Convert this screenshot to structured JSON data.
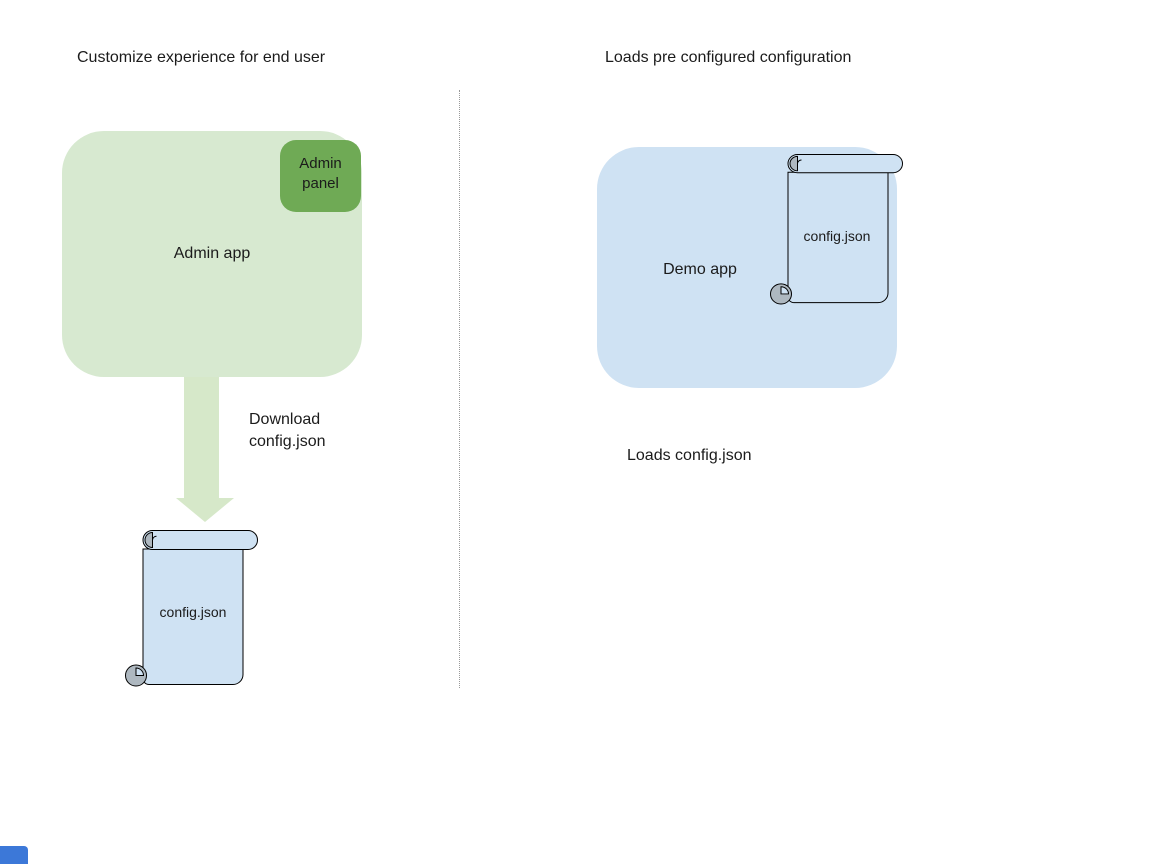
{
  "colors": {
    "admin_app_fill": "#d7e9d0",
    "admin_panel_fill": "#6faa55",
    "arrow_fill": "#d6e8c9",
    "demo_app_fill": "#cfe2f3",
    "scroll_fill": "#cfe2f3",
    "scroll_gray": "#aeb8c0",
    "divider_color": "#999999",
    "corner_mark_fill": "#3c78d8",
    "text_color": "#1b1b1b"
  },
  "left_panel": {
    "title": "Customize experience for end user",
    "admin_app": {
      "label": "Admin app"
    },
    "admin_panel": {
      "label": "Admin panel"
    },
    "download_caption": "Download\nconfig.json",
    "config_file": {
      "label": "config.json"
    }
  },
  "right_panel": {
    "title": "Loads pre configured configuration",
    "demo_app": {
      "label": "Demo app"
    },
    "config_file": {
      "label": "config.json"
    },
    "caption": "Loads config.json"
  }
}
